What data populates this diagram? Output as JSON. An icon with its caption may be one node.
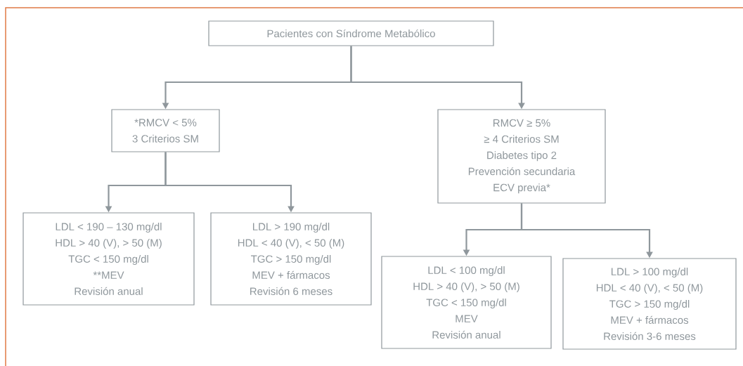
{
  "diagram": {
    "nodes": [
      {
        "text": [
          "Pacientes con Síndrome Metabólico"
        ]
      },
      {
        "text": [
          "*RMCV < 5%",
          "3 Criterios SM"
        ]
      },
      {
        "text": [
          "RMCV ≥ 5%",
          "≥ 4 Criterios SM",
          "Diabetes tipo 2",
          "Prevención secundaria",
          "ECV previa*"
        ]
      },
      {
        "text": [
          "LDL < 190 – 130 mg/dl",
          "HDL > 40 (V), > 50 (M)",
          "TGC < 150 mg/dl",
          "**MEV",
          "Revisión anual"
        ]
      },
      {
        "text": [
          "LDL > 190 mg/dl",
          "HDL < 40 (V), < 50 (M)",
          "TGC > 150 mg/dl",
          "MEV + fármacos",
          "Revisión 6 meses"
        ]
      },
      {
        "text": [
          "LDL < 100 mg/dl",
          "HDL > 40 (V), > 50 (M)",
          "TGC < 150 mg/dl",
          "MEV",
          "Revisión anual"
        ]
      },
      {
        "text": [
          "LDL > 100 mg/dl",
          "HDL < 40 (V), < 50 (M)",
          "TGC > 150 mg/dl",
          "MEV + fármacos",
          "Revisión 3-6 meses"
        ]
      }
    ],
    "edges": [
      {
        "from": 0,
        "to": 1,
        "arrow": "to"
      },
      {
        "from": 0,
        "to": 2,
        "arrow": "to"
      },
      {
        "from": 1,
        "to": 3,
        "arrow": "to"
      },
      {
        "from": 1,
        "to": 4,
        "arrow": "to"
      },
      {
        "from": 2,
        "to": 5,
        "arrow": "to"
      },
      {
        "from": 2,
        "to": 6,
        "arrow": "to"
      }
    ]
  }
}
